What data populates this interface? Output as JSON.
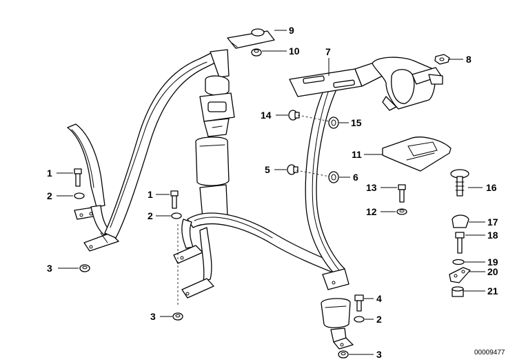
{
  "callouts": [
    {
      "id": "c9",
      "label": "9"
    },
    {
      "id": "c10",
      "label": "10"
    },
    {
      "id": "c7",
      "label": "7"
    },
    {
      "id": "c8",
      "label": "8"
    },
    {
      "id": "c14",
      "label": "14"
    },
    {
      "id": "c15",
      "label": "15"
    },
    {
      "id": "c11",
      "label": "11"
    },
    {
      "id": "c5",
      "label": "5"
    },
    {
      "id": "c6",
      "label": "6"
    },
    {
      "id": "c13",
      "label": "13"
    },
    {
      "id": "c16",
      "label": "16"
    },
    {
      "id": "c12",
      "label": "12"
    },
    {
      "id": "c17",
      "label": "17"
    },
    {
      "id": "c18",
      "label": "18"
    },
    {
      "id": "c19",
      "label": "19"
    },
    {
      "id": "c20",
      "label": "20"
    },
    {
      "id": "c21",
      "label": "21"
    },
    {
      "id": "c1a",
      "label": "1"
    },
    {
      "id": "c2a",
      "label": "2"
    },
    {
      "id": "c3a",
      "label": "3"
    },
    {
      "id": "c1b",
      "label": "1"
    },
    {
      "id": "c2b",
      "label": "2"
    },
    {
      "id": "c3b",
      "label": "3"
    },
    {
      "id": "c4",
      "label": "4"
    },
    {
      "id": "c2c",
      "label": "2"
    },
    {
      "id": "c3c",
      "label": "3"
    }
  ],
  "reference_number": "00009477"
}
